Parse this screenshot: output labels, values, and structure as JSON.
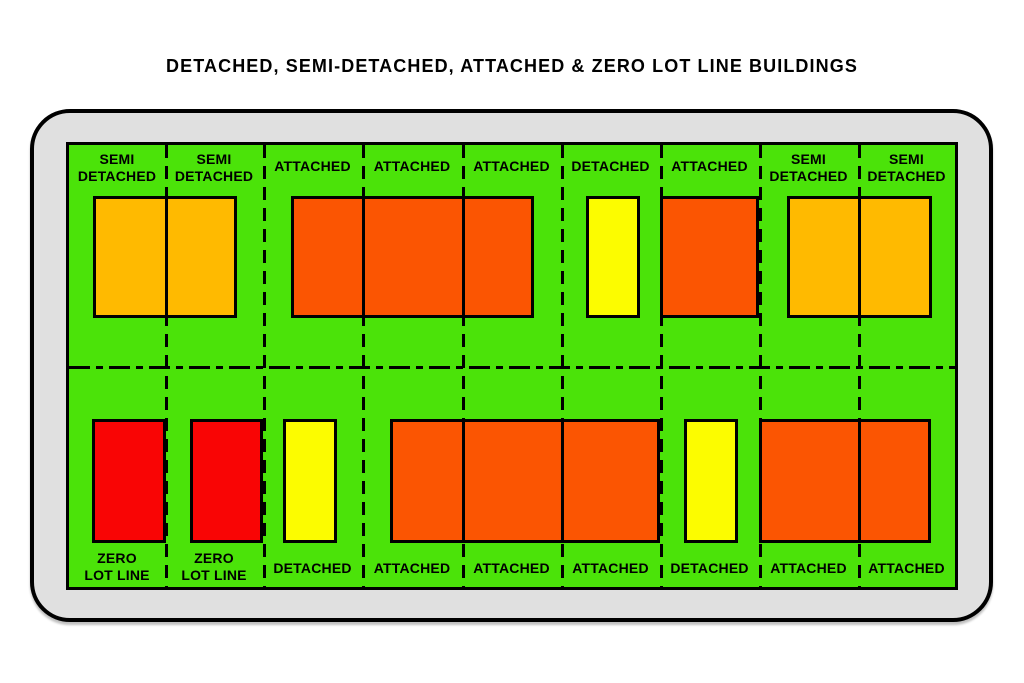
{
  "title": "DETACHED, SEMI-DETACHED, ATTACHED & ZERO LOT LINE BUILDINGS",
  "labels": {
    "top": [
      "SEMI\nDETACHED",
      "SEMI\nDETACHED",
      "ATTACHED",
      "ATTACHED",
      "ATTACHED",
      "DETACHED",
      "ATTACHED",
      "SEMI\nDETACHED",
      "SEMI\nDETACHED"
    ],
    "bottom": [
      "ZERO\nLOT LINE",
      "ZERO\nLOT LINE",
      "DETACHED",
      "ATTACHED",
      "ATTACHED",
      "ATTACHED",
      "DETACHED",
      "ATTACHED",
      "ATTACHED"
    ]
  },
  "colors": {
    "surround_gray": "#E0E0E0",
    "field_green": "#4BE309",
    "semi_detached": "#FFBA00",
    "attached": "#FB5502",
    "detached": "#FCFC00",
    "zero_lot_line": "#F90505",
    "outline": "#000000"
  }
}
